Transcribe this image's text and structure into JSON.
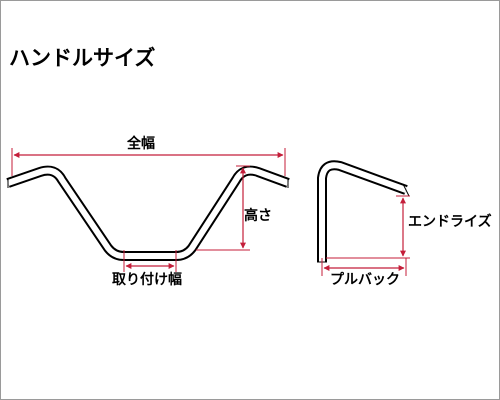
{
  "title": "ハンドルサイズ",
  "labels": {
    "full_width": "全幅",
    "height": "高さ",
    "clamp_width": "取り付け幅",
    "end_rise": "エンドライズ",
    "pullback": "プルバック"
  },
  "colors": {
    "dimension": "#c41e3a",
    "outline": "#000000",
    "background": "#ffffff"
  }
}
